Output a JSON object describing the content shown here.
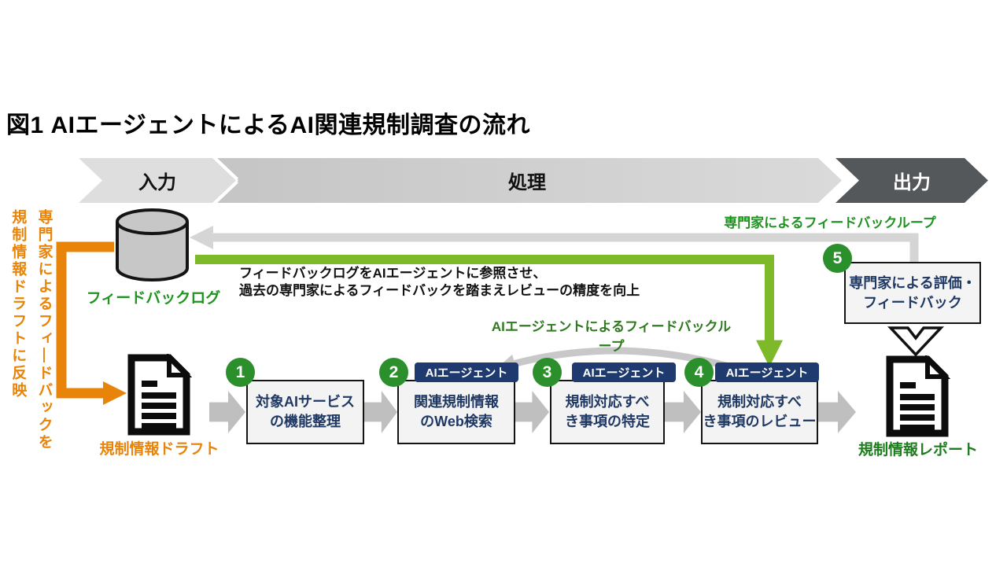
{
  "title": "図1 AIエージェントによるAI関連規制調査の流れ",
  "banner": {
    "input": "入力",
    "process": "処理",
    "output": "出力"
  },
  "cylinder": {
    "label": "フィードバックログ"
  },
  "side_note": {
    "line1": "専門家によるフィ―ドバックを",
    "line2": "規制情報ドラフトに反映"
  },
  "notes": {
    "log_line1": "フィードバックログをAIエージェントに参照させ、",
    "log_line2": "過去の専門家によるフィードバックを踏まえレビューの精度を向上"
  },
  "loops": {
    "expert_label": "専門家によるフィードバックループ",
    "agent_label": "AIエージェントによるフィードバックループ"
  },
  "docs": {
    "draft_label": "規制情報ドラフト",
    "report_label": "規制情報レポート"
  },
  "steps": [
    {
      "num": "1",
      "line1": "対象AIサービス",
      "line2": "の機能整理",
      "tag": ""
    },
    {
      "num": "2",
      "line1": "関連規制情報",
      "line2": "のWeb検索",
      "tag": "AIエージェント"
    },
    {
      "num": "3",
      "line1": "規制対応すべ",
      "line2": "き事項の特定",
      "tag": "AIエージェント"
    },
    {
      "num": "4",
      "line1": "規制対応すべ",
      "line2": "き事項のレビュー",
      "tag": "AIエージェント"
    }
  ],
  "step5": {
    "num": "5",
    "line1": "専門家による評価・",
    "line2": "フィードバック"
  },
  "colors": {
    "accent_orange": "#e8840a",
    "accent_green_arrow": "#7db928",
    "green_label": "#1f9421",
    "green_dark_label": "#2e7a1e",
    "navy_text": "#1f3864",
    "tag_navy": "#1f3a6e",
    "step_circle_green": "#2b8f2b",
    "flow_arrow_gray": "#bfbfbf",
    "loop_gray": "#d5d5d5",
    "banner_output_gray": "#54585b"
  }
}
